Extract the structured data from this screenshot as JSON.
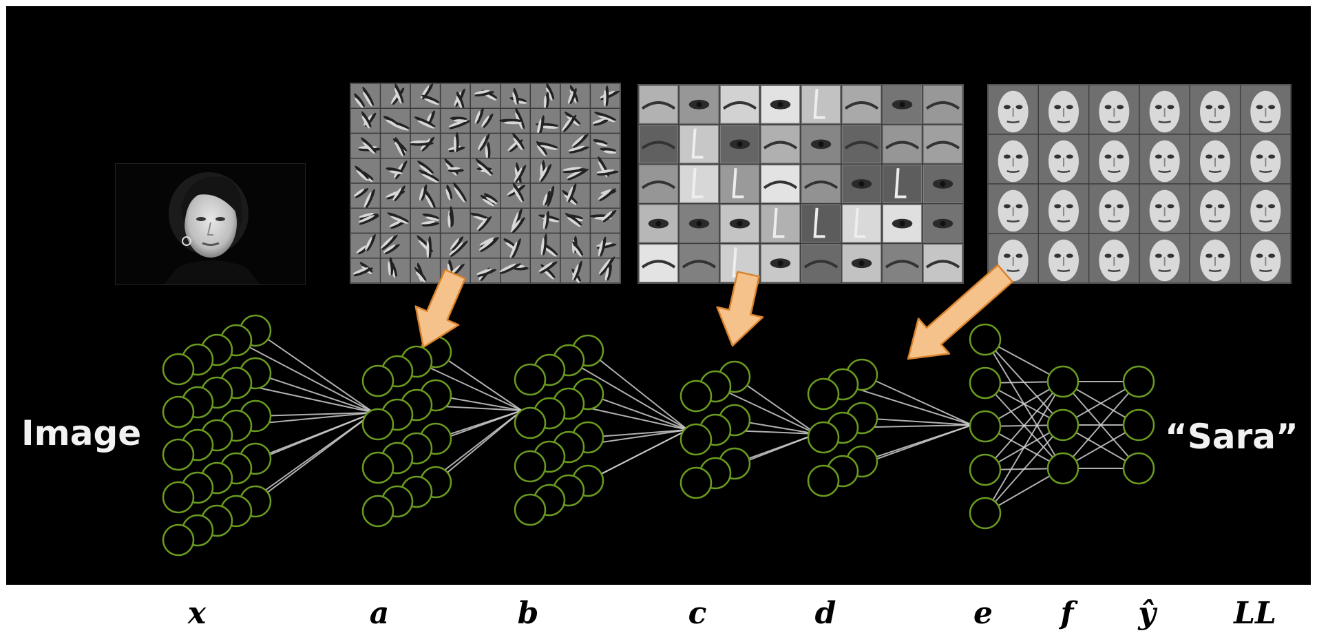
{
  "labels": {
    "input": "Image",
    "output": "“Sara”"
  },
  "variables": [
    "x",
    "a",
    "b",
    "c",
    "d",
    "e",
    "f",
    "ŷ",
    "LL"
  ],
  "panels": [
    {
      "name": "edge-filters-panel",
      "content": "edge detector filters"
    },
    {
      "name": "face-parts-panel",
      "content": "face part features"
    },
    {
      "name": "whole-faces-panel",
      "content": "whole face features"
    }
  ],
  "colors": {
    "background": "#000000",
    "node_stroke": "#6a9a1f",
    "connection": "#d0d0d0",
    "arrow_fill": "#f6c28b",
    "arrow_stroke": "#d9822b",
    "label_text": "#f2f2f2"
  }
}
